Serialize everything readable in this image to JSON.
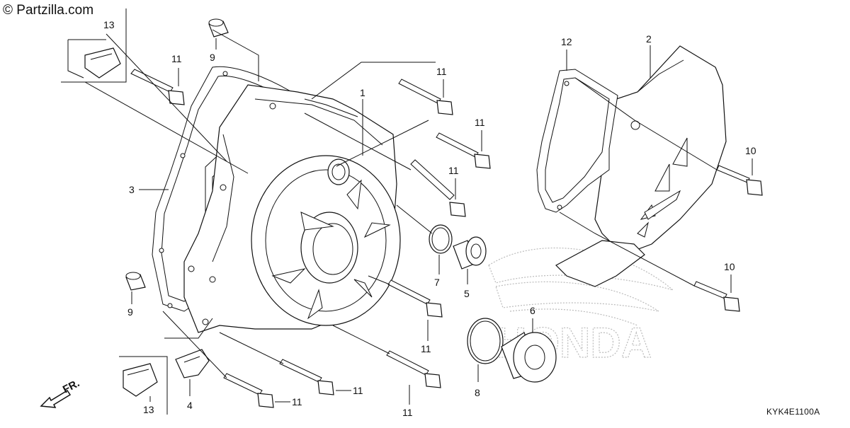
{
  "copyright": "© Partzilla.com",
  "diagram_code": "KYK4E1100A",
  "direction_label": "FR.",
  "watermark": "HONDA",
  "callouts": [
    "1",
    "2",
    "3",
    "4",
    "5",
    "6",
    "7",
    "8",
    "9",
    "9",
    "10",
    "10",
    "11",
    "11",
    "11",
    "11",
    "11",
    "11",
    "11",
    "11",
    "12",
    "13",
    "13"
  ]
}
